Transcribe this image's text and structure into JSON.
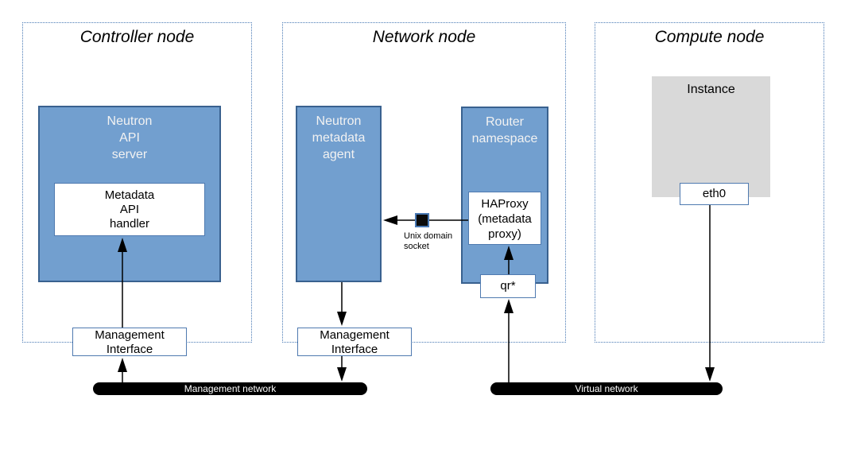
{
  "colors": {
    "box-fill": "#729fcf",
    "box-border": "#39618f",
    "node-border": "#4a7ab5",
    "white-box-border": "#4f7ab0",
    "instance-fill": "#d9d9d9",
    "network-bar": "#000000"
  },
  "nodes": {
    "controller": {
      "title": "Controller node",
      "api_server_label": "Neutron\nAPI\nserver",
      "metadata_handler_label": "Metadata\nAPI\nhandler",
      "mgmt_interface_label": "Management\nInterface"
    },
    "network": {
      "title": "Network node",
      "metadata_agent_label": "Neutron\nmetadata\nagent",
      "router_namespace_label": "Router\nnamespace",
      "haproxy_label": "HAProxy\n(metadata\nproxy)",
      "qr_label": "qr*",
      "mgmt_interface_label": "Management\nInterface",
      "unix_socket_label": "Unix domain\nsocket"
    },
    "compute": {
      "title": "Compute node",
      "instance_label": "Instance",
      "eth0_label": "eth0"
    }
  },
  "networks": {
    "management": "Management network",
    "virtual": "Virtual network"
  }
}
